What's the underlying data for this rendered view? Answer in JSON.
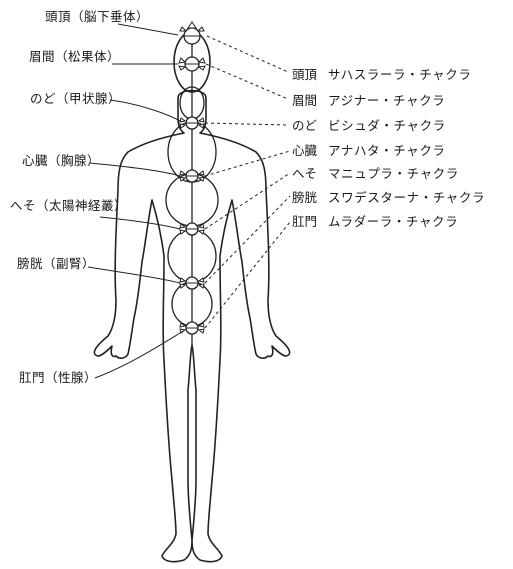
{
  "left_labels": [
    {
      "id": "crown",
      "text": "頭頂（脳下垂体）"
    },
    {
      "id": "brow",
      "text": "眉間（松果体）"
    },
    {
      "id": "throat",
      "text": "のど（甲状腺）"
    },
    {
      "id": "heart",
      "text": "心臓（胸腺）"
    },
    {
      "id": "navel",
      "text": "へそ（太陽神経叢）"
    },
    {
      "id": "bladder",
      "text": "膀胱（副腎）"
    },
    {
      "id": "anus",
      "text": "肛門（性腺）"
    }
  ],
  "right_labels": [
    {
      "id": "crown",
      "organ": "頭頂",
      "name": "サハスラーラ・チャクラ"
    },
    {
      "id": "brow",
      "organ": "眉間",
      "name": "アジナー・チャクラ"
    },
    {
      "id": "throat",
      "organ": "のど",
      "name": "ビシュダ・チャクラ"
    },
    {
      "id": "heart",
      "organ": "心臓",
      "name": "アナハタ・チャクラ"
    },
    {
      "id": "navel",
      "organ": "へそ",
      "name": "マニュプラ・チャクラ"
    },
    {
      "id": "bladder",
      "organ": "膀胱",
      "name": "スワデスターナ・チャクラ"
    },
    {
      "id": "anus",
      "organ": "肛門",
      "name": "ムラダーラ・チャクラ"
    }
  ]
}
